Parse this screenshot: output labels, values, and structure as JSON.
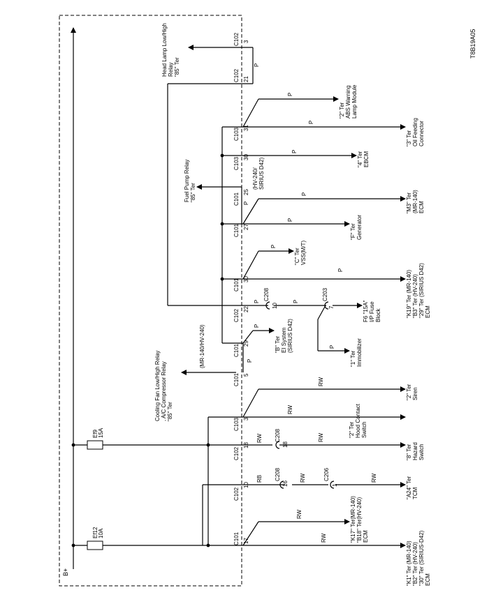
{
  "diagram_id": "T8B19A05",
  "power": {
    "bus_label": "B+",
    "fuse_1": {
      "name": "Ef12",
      "rating": "10A"
    },
    "fuse_2": {
      "name": "Ef9",
      "rating": "15A"
    }
  },
  "connectors": {
    "C101": "C101",
    "C102": "C102",
    "C103": "C103",
    "C208": "C208",
    "C206": "C206",
    "C203": "C203",
    "pin_17": "17",
    "pin_10": "10",
    "pin_18": "18",
    "pin_3": "3",
    "pin_5": "5",
    "pin_29": "29",
    "pin_22": "22",
    "pin_30": "30",
    "pin_27": "27",
    "pin_25": "25",
    "pin_31": "31",
    "pin_21": "21",
    "c208_16": "16",
    "c208_18": "18",
    "c208_10": "10",
    "c206_1": "1",
    "c203_7": "7"
  },
  "wire_colors": {
    "rw": "RW",
    "rb": "RB",
    "p": "P"
  },
  "destinations": {
    "ecm_bottom": [
      "\"K1\" Ter (MR-140)",
      "\"B2\" Ter (HV-240)",
      "\"30\" Ter (SIRIUS-D42)",
      "ECM"
    ],
    "ecm_k17": [
      "\"K17\" Ter(MR-140)",
      "\"B18\" Ter(HV-240)",
      "ECM"
    ],
    "tcm": [
      "\"A24\" Ter",
      "TCM"
    ],
    "hazard": [
      "\"8\" Ter",
      "Hazard",
      "Switch"
    ],
    "hood": [
      "\"2\" Ter",
      "Hood Contact",
      "Switch"
    ],
    "siren": [
      "\"2\" Ter",
      "Siren"
    ],
    "cooling_fan": [
      "Cooling Fan Low/High Relay",
      ", A/C Compressor Relay",
      "\"85\" Ter"
    ],
    "cooling_fan_note": "(MR-140/HV-240)",
    "ei_system": [
      "\"B\" Ter",
      "EI System",
      "(SIRIUS D42)"
    ],
    "immobilizer": [
      "\"1\" Ter",
      "Immobilizer"
    ],
    "fuse_block": [
      "F6 \"15A\"",
      "I/P Fuse",
      "Block"
    ],
    "ecm_k19": [
      "\"K19\" Ter (MR-140)",
      "\"B3\" Ter (HV-240)",
      "\"29\" Ter (SIRIUS D42)",
      "ECM"
    ],
    "vss": [
      "\"C\" Ter",
      "VSS(M/T)"
    ],
    "generator": [
      "\"F\" Ter",
      "Generator"
    ],
    "ecm_m3": [
      "\"M3\" Ter",
      "(MR-140)",
      "ECM"
    ],
    "fuel_pump": [
      "Fuel Pump Relay",
      "\"85\" Ter"
    ],
    "fuel_pump_note": [
      "(HV-240/",
      "SIRIUS D42)"
    ],
    "ebcm": [
      "\"4\" Ter",
      "EBCM"
    ],
    "oil_feeding": [
      "\"3\" Ter",
      "Oil Feeding",
      "Connector"
    ],
    "abs": [
      "\"2\" Ter",
      "ABS Warning",
      "Lamp Module"
    ],
    "head_lamp": [
      "Head Lamp Low/High",
      "Relay",
      "\"85\" Ter"
    ]
  }
}
